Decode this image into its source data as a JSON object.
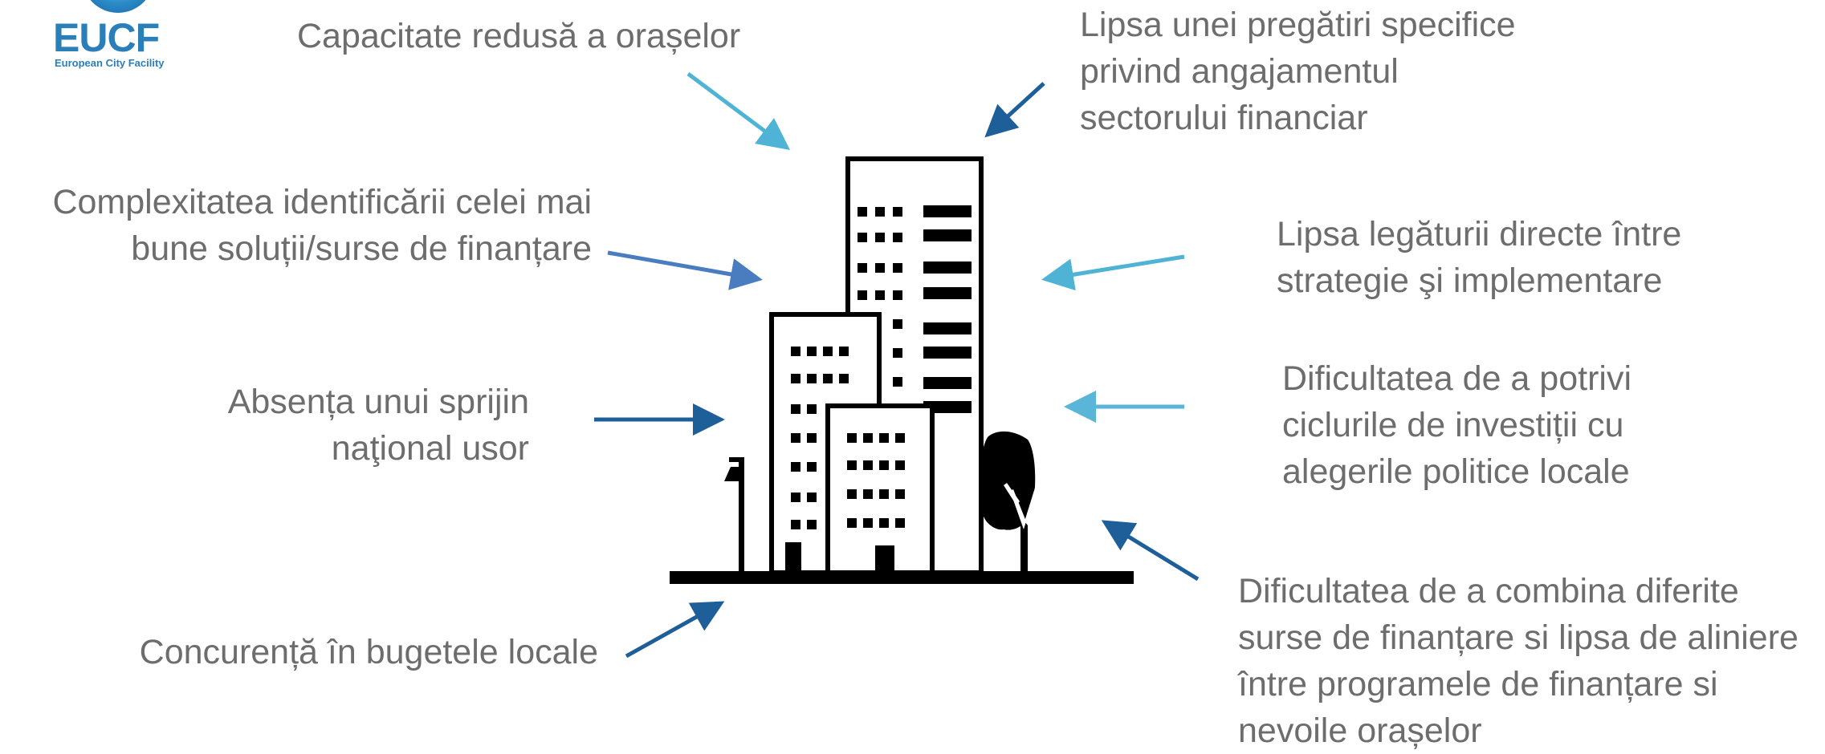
{
  "logo": {
    "wordmark": "EUCF",
    "tagline": "European City Facility"
  },
  "challenges": {
    "reduced_capacity": [
      "Capacitate redusă a orașelor"
    ],
    "financial_sector_training": [
      "Lipsa unei pregătiri specifice",
      "privind angajamentul",
      "sectorului financiar"
    ],
    "funding_complexity": [
      "Complexitatea identificării celei mai",
      "bune soluții/surse de finanțare"
    ],
    "strategy_link": [
      "Lipsa legăturii directe între",
      "strategie şi implementare"
    ],
    "national_support": [
      "Absența unui sprijin",
      "naţional usor"
    ],
    "investment_cycles": [
      "Dificultatea de a potrivi",
      "ciclurile de investiții cu",
      "alegerile politice locale"
    ],
    "budget_competition": [
      "Concurență în bugetele locale"
    ],
    "combine_funding": [
      "Dificultatea de a combina diferite",
      "surse de finanțare si lipsa de aliniere",
      "între programele de finanțare si",
      "nevoile orașelor"
    ]
  },
  "colors": {
    "arrow_light": "#4fb3d6",
    "arrow_dark": "#1f5f99",
    "arrow_mid": "#4a7cc0",
    "text": "#6d6d6d",
    "building": "#000000"
  }
}
